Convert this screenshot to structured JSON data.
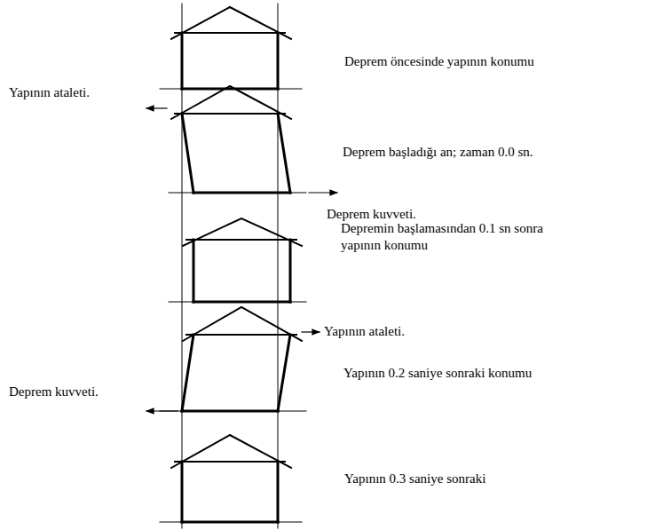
{
  "diagram": {
    "labels": [
      "Deprem öncesinde yapının konumu",
      "Yapının ataleti.",
      "Deprem başladığı an; zaman 0.0 sn.",
      "Deprem kuvveti.",
      "Depremin başlamasından 0.1 sn sonra yapının konumu",
      "Yapının ataleti.",
      "Yapının 0.2 saniye sonraki konumu",
      "Deprem kuvveti.",
      "Yapının 0.3 saniye sonraki"
    ]
  }
}
